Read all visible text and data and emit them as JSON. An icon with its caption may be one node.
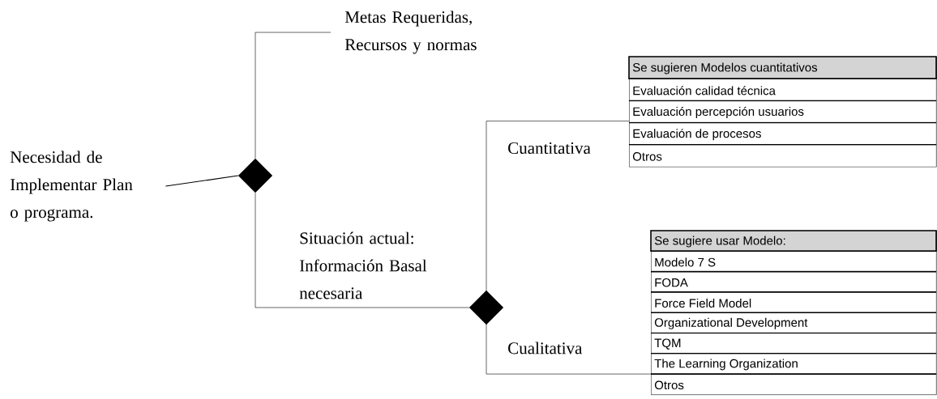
{
  "diagram": {
    "nodes": [
      {
        "text": [
          "Necesidad de Implementar Plan o programa."
        ]
      },
      {
        "text": [],
        "shape": "diamond"
      },
      {
        "text": [
          "Metas Requeridas, Recursos y normas"
        ]
      },
      {
        "text": [],
        "shape": "diamond"
      },
      {
        "text": [
          "Se sugieren Modelos cuantitativos",
          "Evaluación calidad técnica",
          "Evaluación percepción usuarios",
          "Evaluación de procesos",
          "Otros"
        ]
      },
      {
        "text": [
          "Se sugiere usar Modelo:",
          "Modelo 7 S",
          "FODA",
          "Force Field Model",
          "Organizational Development",
          "TQM",
          "The Learning Organization",
          "Otros"
        ]
      }
    ],
    "edges": [
      {
        "from": 0,
        "to": 1,
        "arrow": "none"
      },
      {
        "from": 1,
        "to": 2,
        "arrow": "none"
      },
      {
        "from": 1,
        "to": 3,
        "arrow": "none",
        "label": "Situación actual: Información Basal necesaria"
      },
      {
        "from": 3,
        "to": 4,
        "arrow": "none",
        "label": "Cuantitativa"
      },
      {
        "from": 3,
        "to": 5,
        "arrow": "none",
        "label": "Cualitativa"
      }
    ]
  }
}
